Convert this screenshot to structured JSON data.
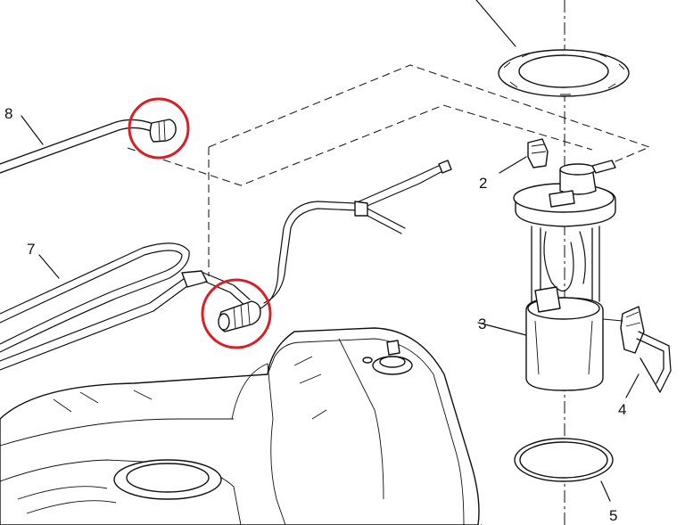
{
  "callouts": [
    {
      "id": "callout-2",
      "label": "2"
    },
    {
      "id": "callout-3",
      "label": "3"
    },
    {
      "id": "callout-4",
      "label": "4"
    },
    {
      "id": "callout-5",
      "label": "5"
    },
    {
      "id": "callout-7",
      "label": "7"
    },
    {
      "id": "callout-8",
      "label": "8"
    }
  ],
  "colors": {
    "highlight": "#d81f26",
    "line": "#111111",
    "background": "#ffffff"
  }
}
